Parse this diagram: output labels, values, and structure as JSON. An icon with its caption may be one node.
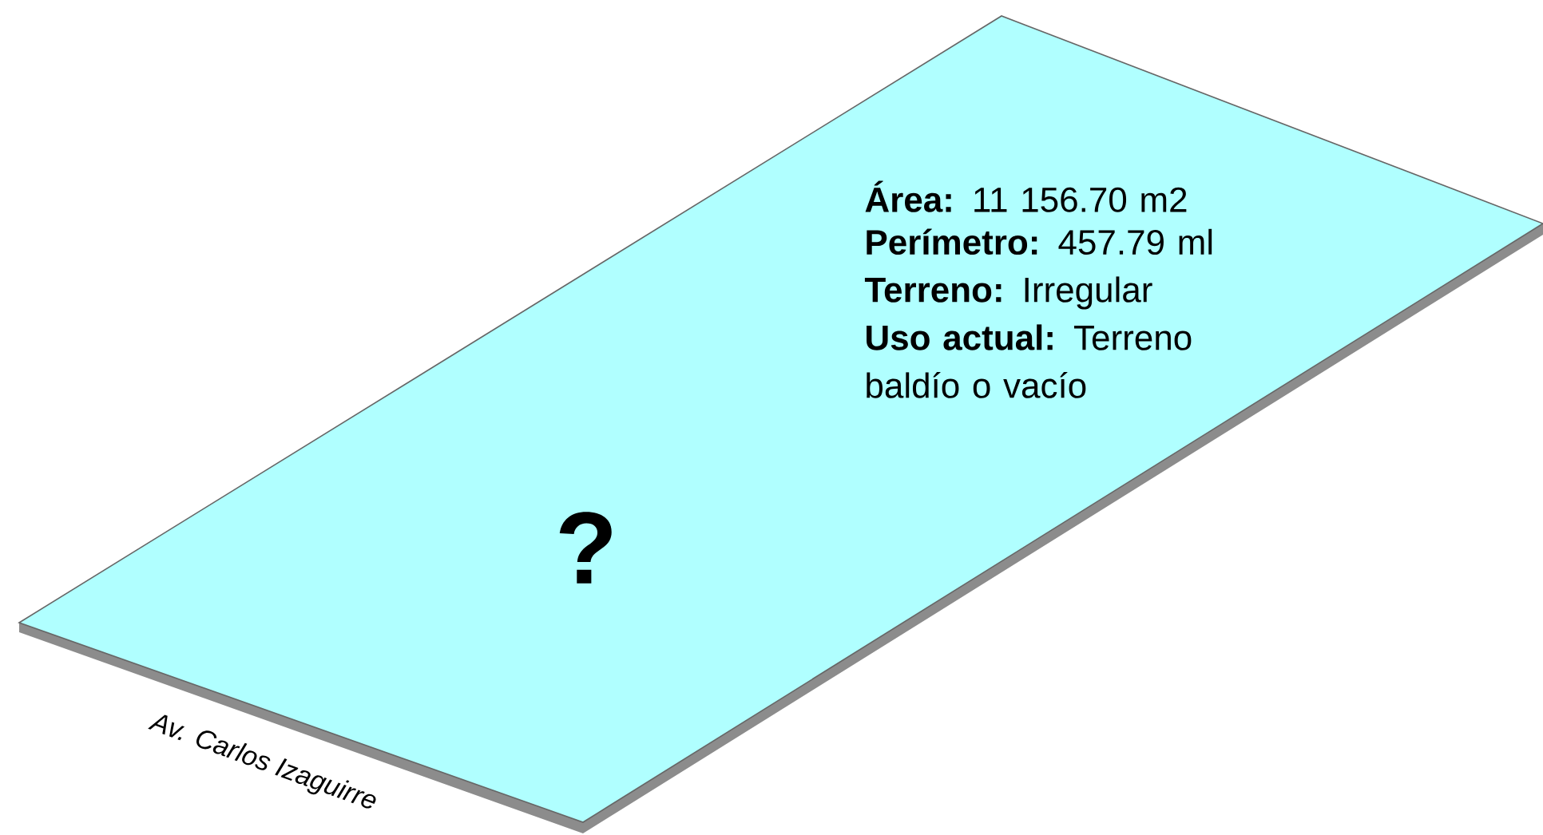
{
  "diagram": {
    "nodes": [
      {
        "text": [
          "**Área:** 11 156.70 m2",
          "**Perímetro:** 457.79 ml",
          "**Terreno:** Irregular",
          "**Uso actual:** Terreno baldío o vacío",
          "?"
        ]
      }
    ],
    "labels": [
      "Av. Carlos Izaguirre"
    ]
  }
}
